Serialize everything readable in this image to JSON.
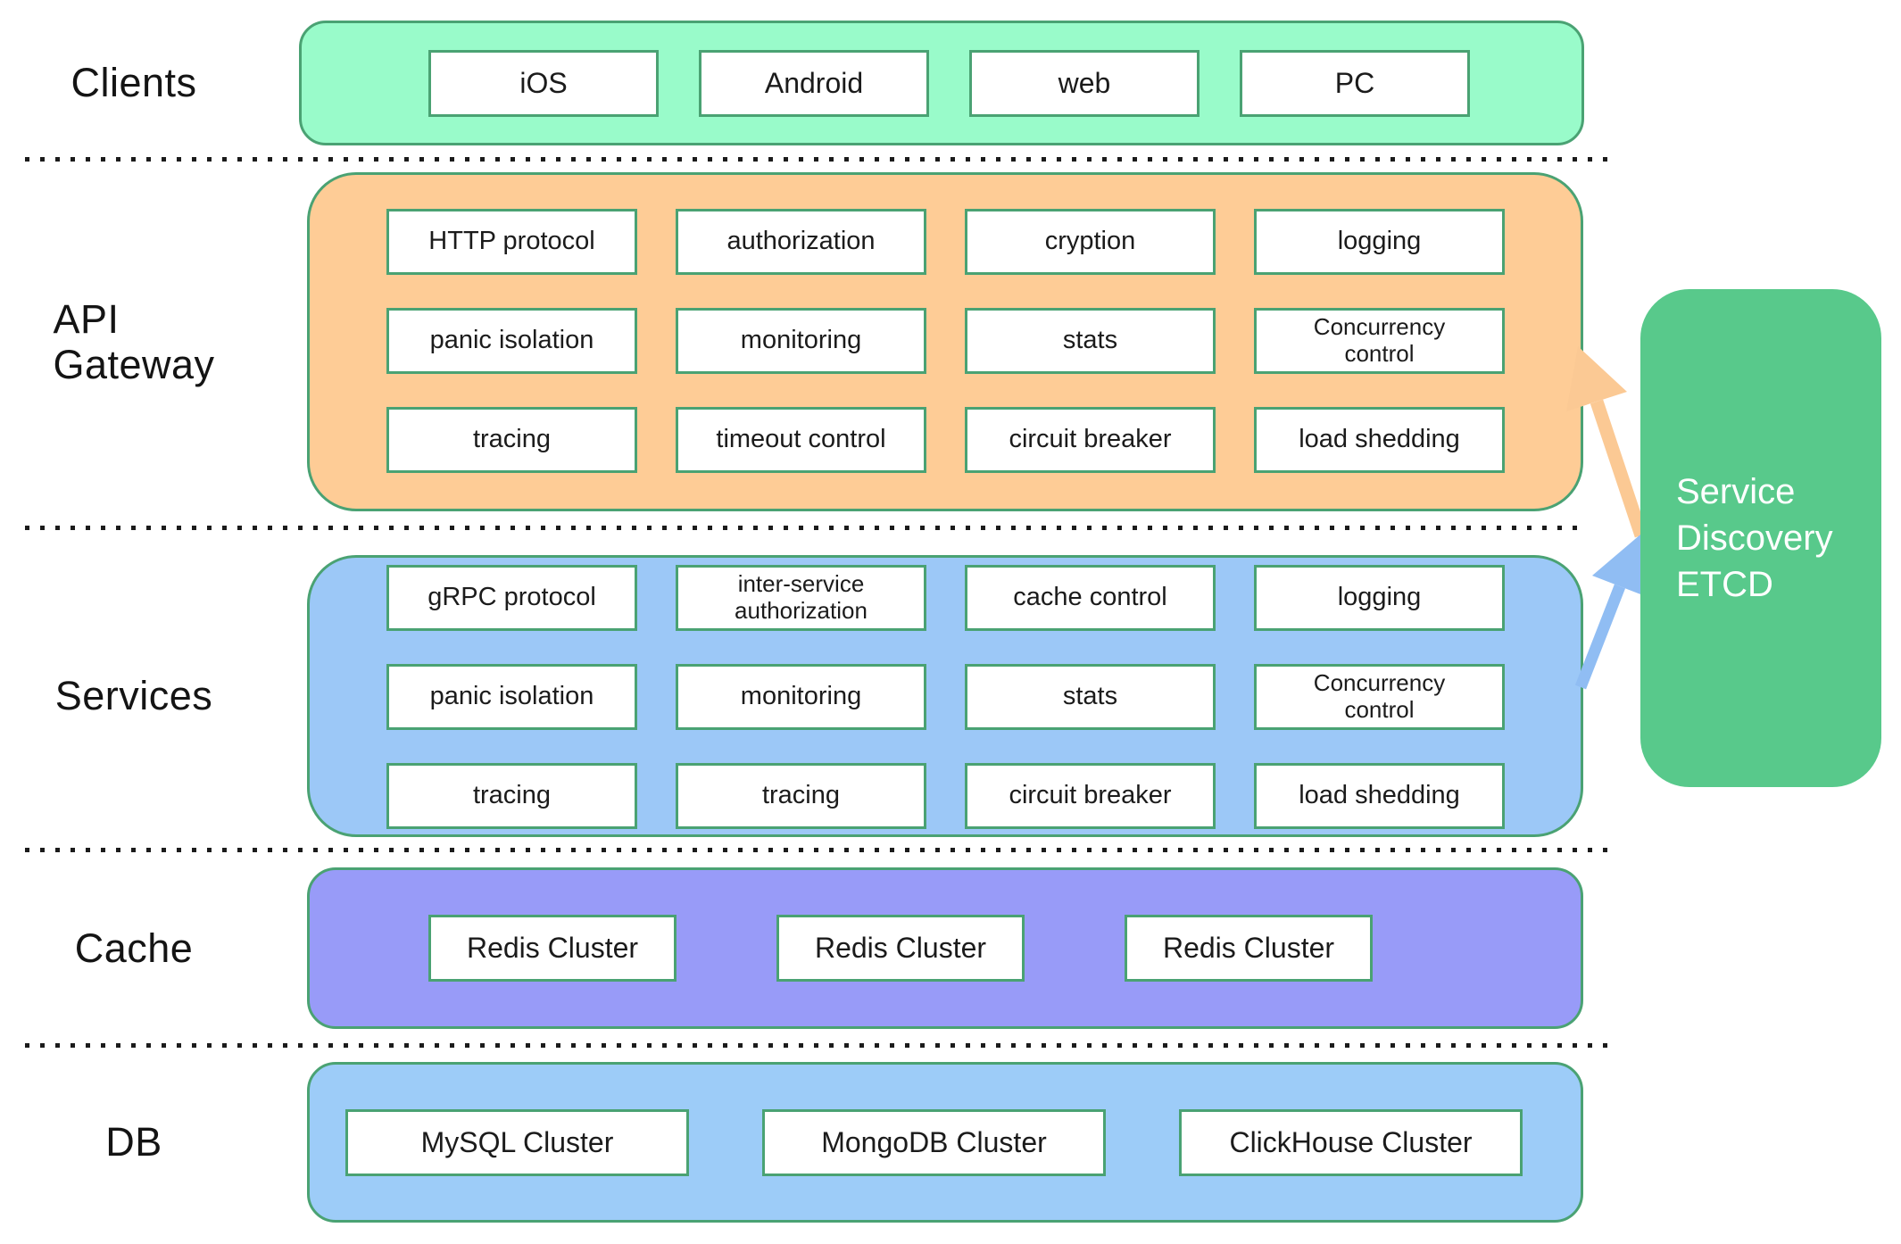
{
  "layers": {
    "clients": {
      "label": "Clients",
      "fill": "#99FBCA",
      "items": [
        "iOS",
        "Android",
        "web",
        "PC"
      ]
    },
    "gateway": {
      "label_lines": [
        "API",
        "Gateway"
      ],
      "fill": "#FECC96",
      "items": [
        "HTTP protocol",
        "authorization",
        "cryption",
        "logging",
        "panic isolation",
        "monitoring",
        "stats",
        "Concurrency\ncontrol",
        "tracing",
        "timeout control",
        "circuit breaker",
        "load shedding"
      ]
    },
    "services": {
      "label": "Services",
      "fill": "#9CC8F7",
      "items": [
        "gRPC protocol",
        "inter-service\nauthorization",
        "cache control",
        "logging",
        "panic isolation",
        "monitoring",
        "stats",
        "Concurrency\ncontrol",
        "tracing",
        "tracing",
        "circuit breaker",
        "load shedding"
      ]
    },
    "cache": {
      "label": "Cache",
      "fill": "#989BF8",
      "items": [
        "Redis Cluster",
        "Redis Cluster",
        "Redis Cluster"
      ]
    },
    "db": {
      "label": "DB",
      "fill": "#9DCCF8",
      "items": [
        "MySQL Cluster",
        "MongoDB Cluster",
        "ClickHouse Cluster"
      ]
    }
  },
  "discovery": {
    "lines": [
      "Service",
      "Discovery",
      "ETCD"
    ],
    "fill": "#58C98B",
    "text_color": "#ffffff"
  },
  "arrows": {
    "gateway_discovery": {
      "color": "#FBC994",
      "from": "API Gateway",
      "to": "Service Discovery ETCD"
    },
    "services_discovery": {
      "color": "#90BDF3",
      "from": "Services",
      "to": "Service Discovery ETCD"
    }
  },
  "style_colors": {
    "box_border": "#4AA273",
    "separator": "#1b1b1b",
    "label_text": "#141414"
  }
}
